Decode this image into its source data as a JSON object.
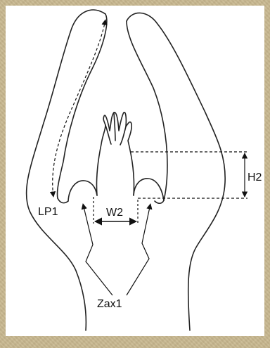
{
  "labels": {
    "lp1": "LP1",
    "w2": "W2",
    "h2": "H2",
    "zax1": "Zax1"
  }
}
